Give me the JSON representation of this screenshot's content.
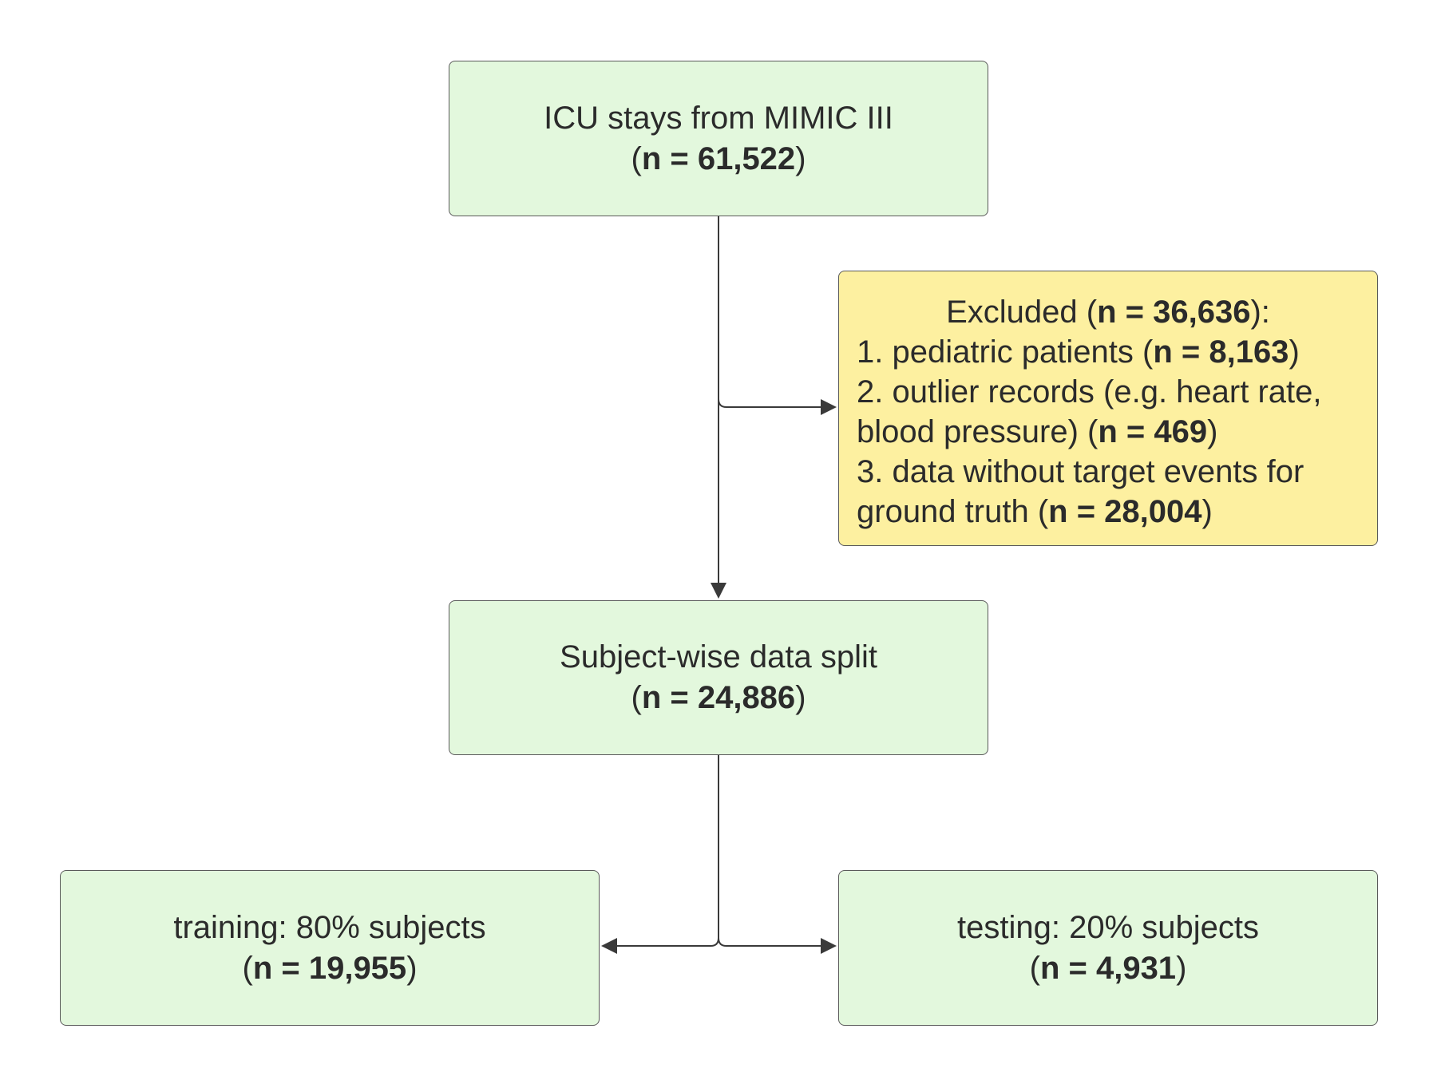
{
  "nodes": {
    "icu_stays": {
      "label": "ICU stays from MIMIC III",
      "count": "n = 61,522"
    },
    "excluded": {
      "title": "Excluded",
      "count": "n = 36,636",
      "items": [
        {
          "label": "1. pediatric patients",
          "count": "n = 8,163"
        },
        {
          "label_line1": "2. outlier records (e.g. heart rate,",
          "label_line2": "blood pressure)",
          "count": "n = 469"
        },
        {
          "label_line1": "3. data without target events for",
          "label_line2": "ground truth",
          "count": "n = 28,004"
        }
      ]
    },
    "split": {
      "label": "Subject-wise data split",
      "count": "n = 24,886"
    },
    "training": {
      "label": "training: 80% subjects",
      "count": "n = 19,955"
    },
    "testing": {
      "label": "testing: 20% subjects",
      "count": "n = 4,931"
    }
  },
  "colors": {
    "green_fill": "#e3f8dd",
    "yellow_fill": "#fdf0a0",
    "stroke": "#5a5a5a",
    "arrow": "#3a3a3a"
  }
}
